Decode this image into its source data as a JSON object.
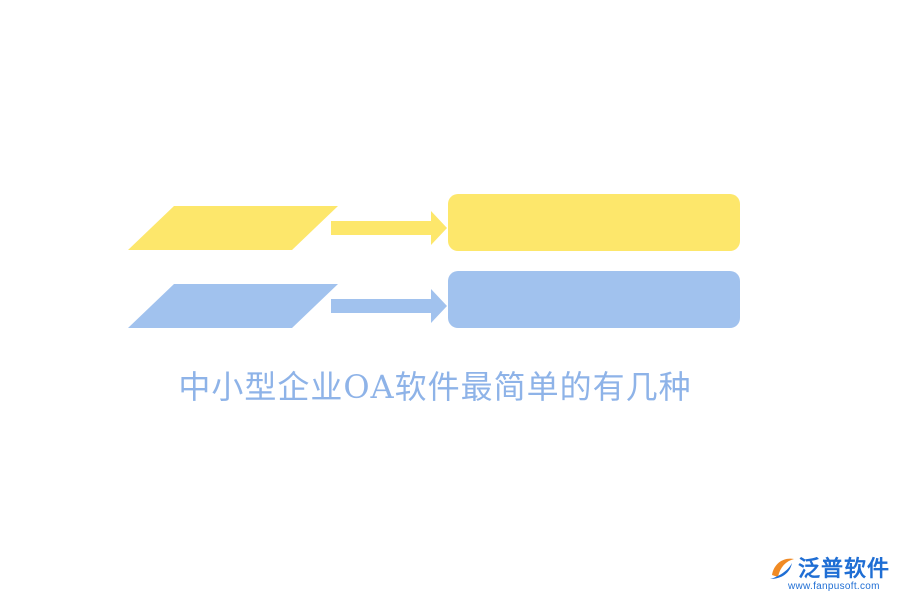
{
  "colors": {
    "yellow": "#fde76b",
    "blue": "#a1c2ee",
    "title": "#8eb3e8",
    "logo_orange": "#f08a24",
    "logo_blue": "#1f6ed4"
  },
  "rows": [
    {
      "color_key": "yellow"
    },
    {
      "color_key": "blue"
    }
  ],
  "title": "中小型企业OA软件最简单的有几种",
  "logo": {
    "name": "泛普软件",
    "url": "www.fanpusoft.com"
  }
}
